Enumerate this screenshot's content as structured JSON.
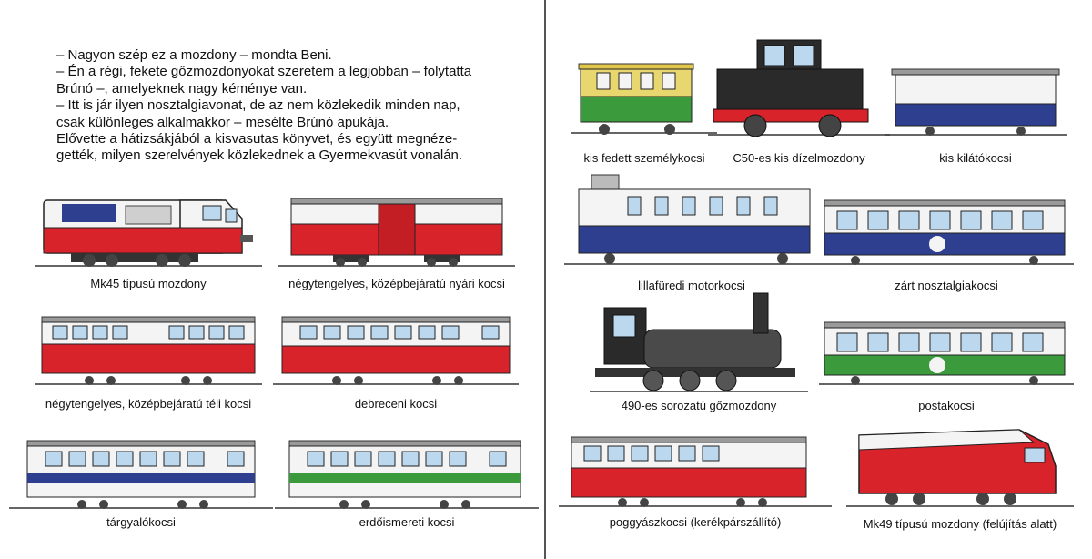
{
  "story": [
    "– Nagyon szép ez a mozdony – mondta Beni.",
    "– Én a régi, fekete gőzmozdonyokat szeretem a legjobban – folytatta",
    "Brúnó –, amelyeknek nagy kéménye van.",
    "– Itt is jár ilyen nosztalgiavonat, de az nem közlekedik minden nap,",
    "csak különleges alkalmakkor – mesélte Brúnó apukája.",
    "Elővette a hátizsákjából a kisvasutas könyvet, és együtt megnéze-",
    "gették, milyen szerelvények közlekednek a Gyermekvasút vonalán."
  ],
  "captions": {
    "mk45": "Mk45 típusú mozdony",
    "nyari": "négytengelyes, középbejáratú nyári kocsi",
    "teli": "négytengelyes, középbejáratú téli kocsi",
    "debreceni": "debreceni kocsi",
    "targyalo": "tárgyalókocsi",
    "erdoismereti": "erdőismereti kocsi",
    "kisfedett": "kis fedett személykocsi",
    "c50": "C50-es kis dízelmozdony",
    "kilato": "kis kilátókocsi",
    "lillafuredi": "lillafüredi motorkocsi",
    "zart": "zárt nosztalgiakocsi",
    "g490": "490-es sorozatú gőzmozdony",
    "posta": "postakocsi",
    "poggyasz": "poggyászkocsi (kerékpárszállító)",
    "mk49": "Mk49 típusú mozdony (felújítás alatt)"
  },
  "colors": {
    "red": "#d8232a",
    "white": "#f4f4f4",
    "blue": "#2e3f8f",
    "green": "#3a9a3c",
    "black": "#2a2a2a",
    "window": "#bcd8ef",
    "roof": "#9a9a9a"
  }
}
